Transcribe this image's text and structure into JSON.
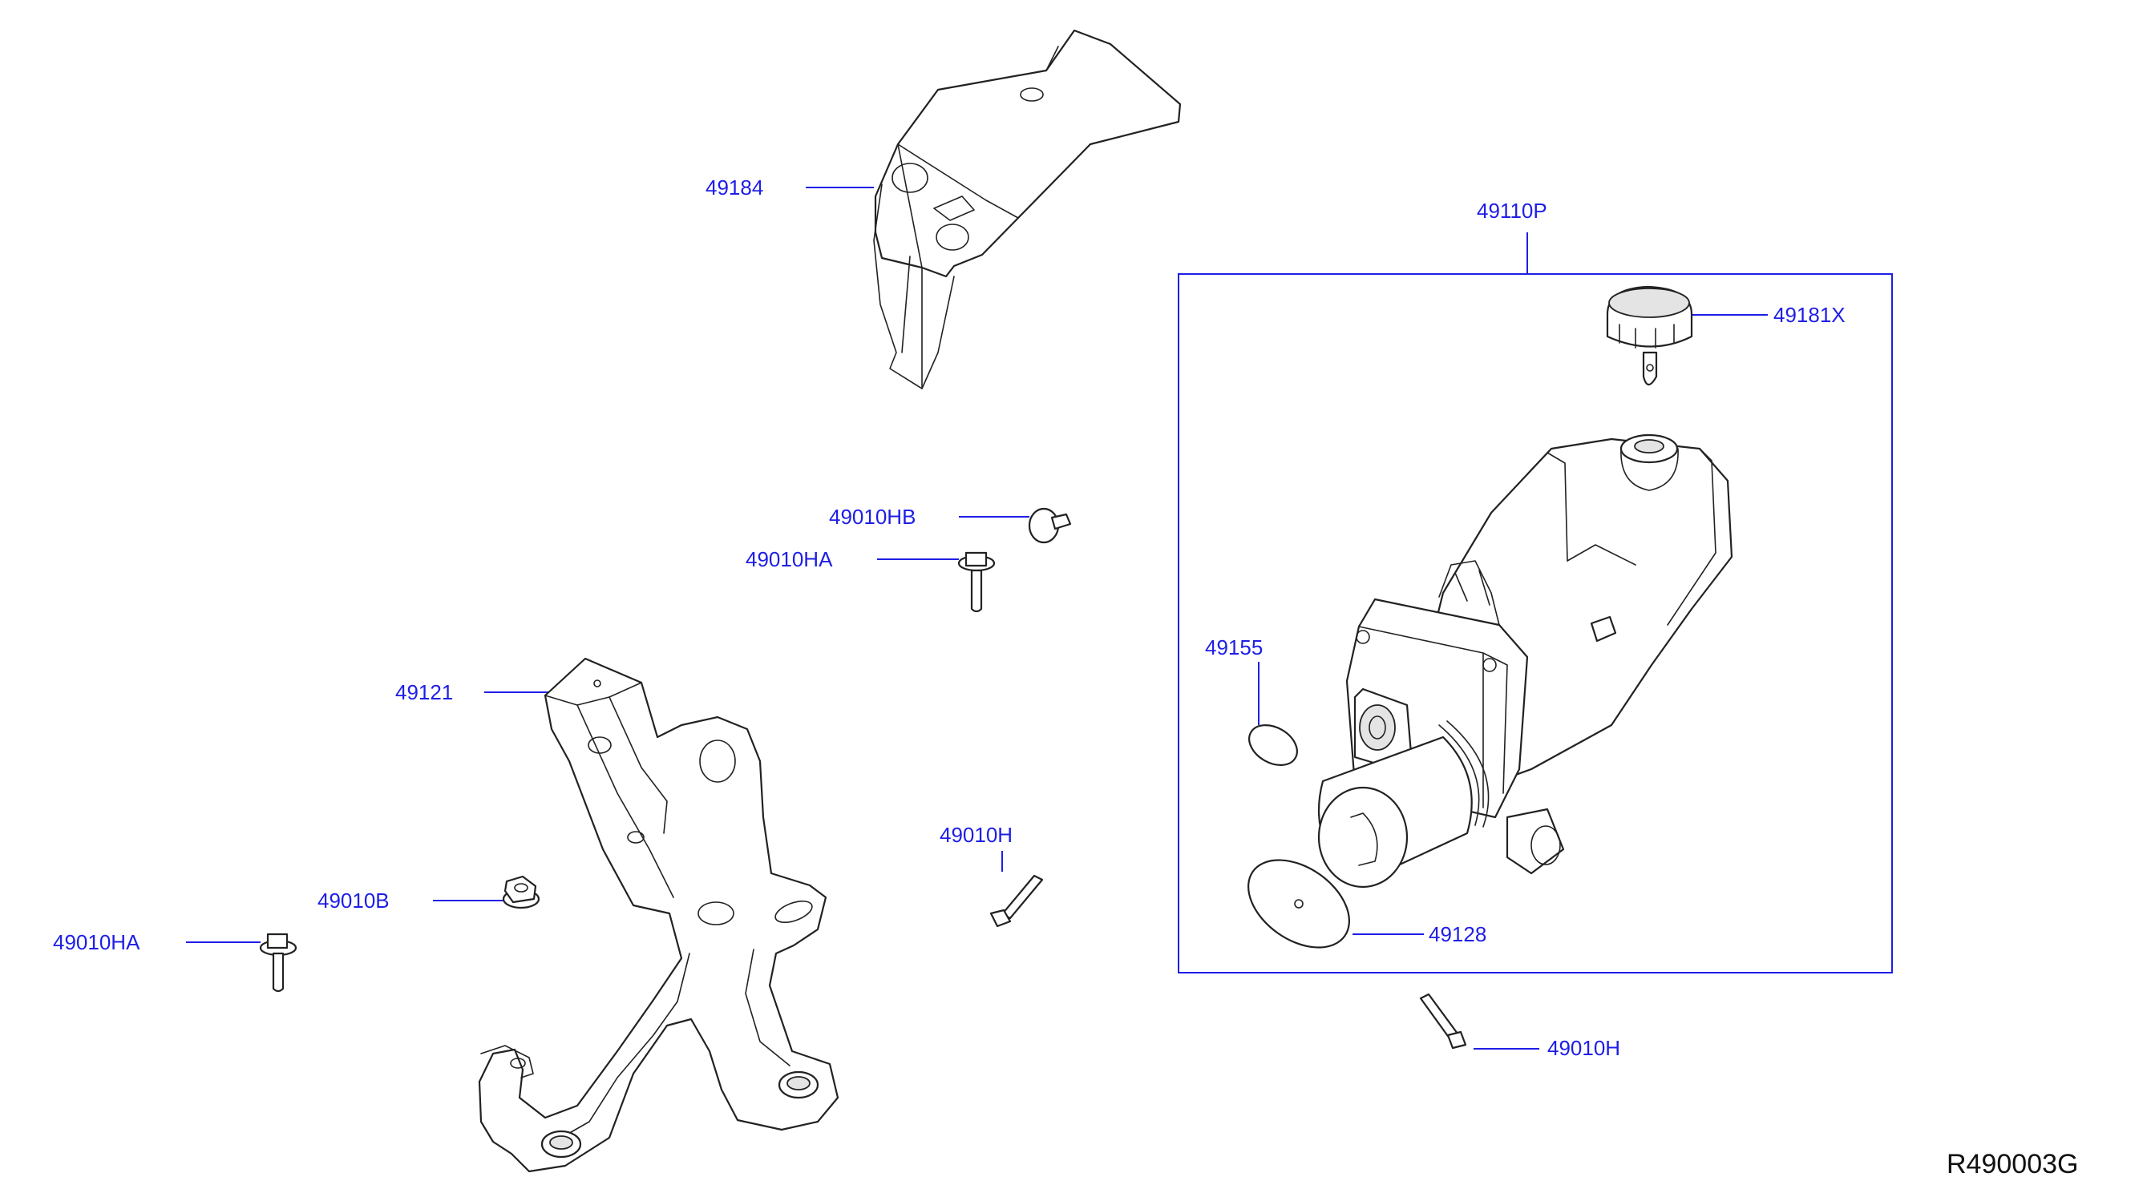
{
  "diagram": {
    "reference_code": "R490003G",
    "labels": {
      "shield": "49184",
      "pump_assembly": "49110P",
      "reservoir_cap": "49181X",
      "bolt_hb": "49010HB",
      "bolt_ha_upper": "49010HA",
      "bracket": "49121",
      "washer_49155": "49155",
      "bolt_h_mid": "49010H",
      "nut_b": "49010B",
      "bolt_ha_left": "49010HA",
      "washer_49128": "49128",
      "bolt_h_lower": "49010H"
    },
    "line_color": "#222222",
    "label_color": "#1e1ee6"
  }
}
